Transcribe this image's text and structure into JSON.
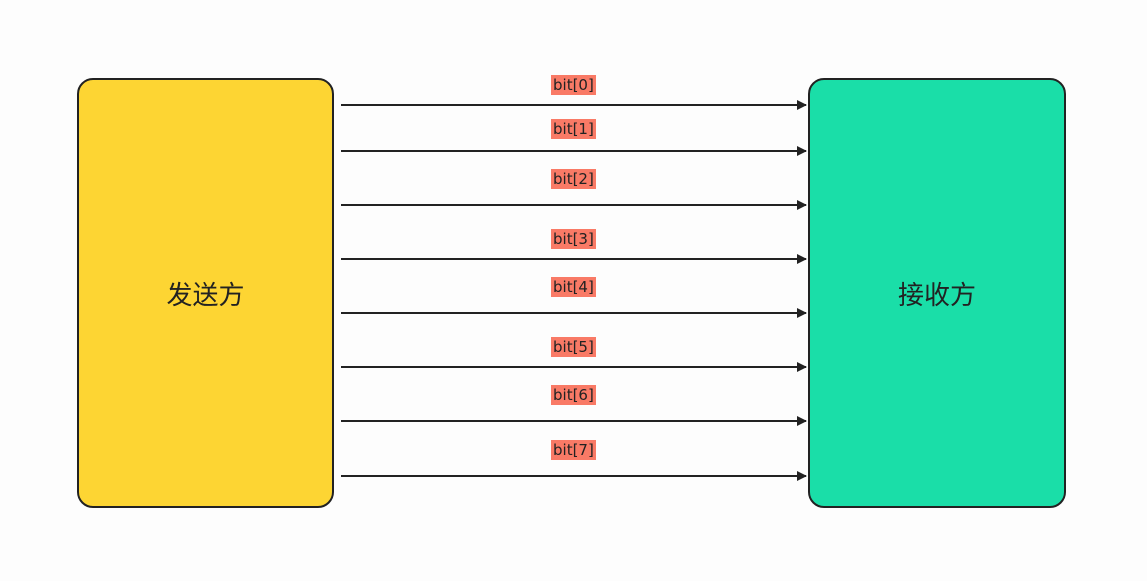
{
  "sender": {
    "label": "发送方",
    "color": "#fdd533"
  },
  "receiver": {
    "label": "接收方",
    "color": "#1adea8"
  },
  "label_color": "#f97a66",
  "bits": [
    {
      "label": "bit[0]"
    },
    {
      "label": "bit[1]"
    },
    {
      "label": "bit[2]"
    },
    {
      "label": "bit[3]"
    },
    {
      "label": "bit[4]"
    },
    {
      "label": "bit[5]"
    },
    {
      "label": "bit[6]"
    },
    {
      "label": "bit[7]"
    }
  ]
}
